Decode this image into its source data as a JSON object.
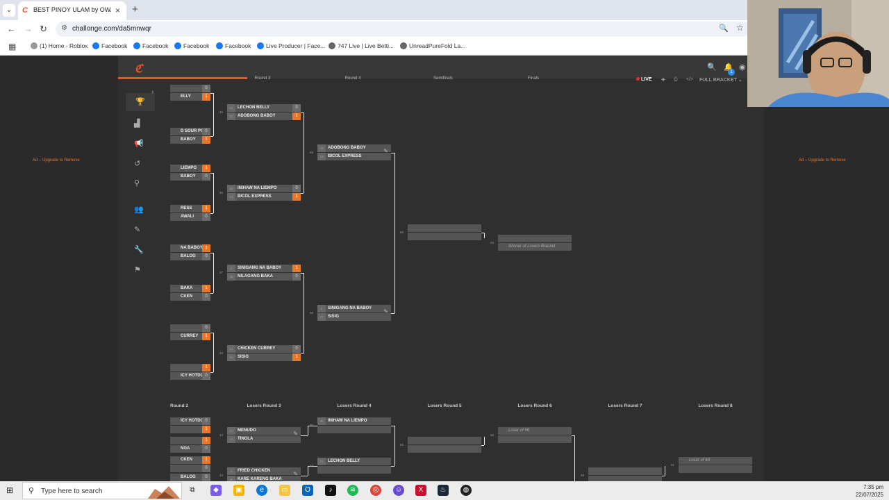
{
  "browser": {
    "tab_title": "BEST PINOY ULAM by OWA - C",
    "tab_close": "×",
    "new_tab": "+",
    "url": "challonge.com/da5mnwqr",
    "bookmarks": [
      "(1) Home - Roblox",
      "Facebook",
      "Facebook",
      "Facebook",
      "Facebook",
      "Live Producer | Face...",
      "747 Live | Live Betti...",
      "UnreadPureFold La..."
    ]
  },
  "page": {
    "ad_text": "Ad – Upgrade to Remove",
    "live_label": "LIVE",
    "view_label": "FULL BRACKET",
    "notif_count": "1",
    "winners_rounds": [
      "Round 3",
      "Round 4",
      "Semifinals",
      "Finals"
    ],
    "losers_rounds": [
      "Round 2",
      "Losers Round 3",
      "Losers Round 4",
      "Losers Round 5",
      "Losers Round 6",
      "Losers Round 7",
      "Losers Round 8"
    ]
  },
  "partial_matches": [
    {
      "n1": "",
      "s1": "0",
      "w1": false,
      "n2": "ELLY",
      "s2": "1",
      "w2": true
    },
    {
      "n1": "D SOUR PORI",
      "s1": "0",
      "w1": false,
      "n2": "BABOY",
      "s2": "1",
      "w2": true
    },
    {
      "n1": "LIEMPO",
      "s1": "1",
      "w1": true,
      "n2": "BABOY",
      "s2": "0",
      "w2": false
    },
    {
      "n1": "RESS",
      "s1": "1",
      "w1": true,
      "n2": "AWALI",
      "s2": "0",
      "w2": false
    },
    {
      "n1": "NA BABOY",
      "s1": "1",
      "w1": true,
      "n2": "BALOG",
      "s2": "0",
      "w2": false
    },
    {
      "n1": "BAKA",
      "s1": "1",
      "w1": true,
      "n2": "CKEN",
      "s2": "0",
      "w2": false
    },
    {
      "n1": "",
      "s1": "0",
      "w1": false,
      "n2": "CURREY",
      "s2": "1",
      "w2": true
    },
    {
      "n1": "",
      "s1": "1",
      "w1": true,
      "n2": "ICY HOTDOG",
      "s2": "0",
      "w2": false
    }
  ],
  "round3": [
    {
      "id": "45",
      "seed1": "16",
      "n1": "LECHON BELLY",
      "s1": "0",
      "seed2": "34",
      "n2": "ADOBONG BABOY",
      "s2": "1"
    },
    {
      "id": "46",
      "seed1": "39",
      "n1": "INIHAW NA LIEMPO",
      "s1": "0",
      "seed2": "13",
      "n2": "BICOL EXPRESS",
      "s2": "1"
    },
    {
      "id": "47",
      "seed1": "2",
      "n1": "SINIGANG NA BABOY",
      "s1": "1",
      "seed2": "36",
      "n2": "NILAGANG BAKA",
      "s2": "0"
    },
    {
      "id": "48",
      "seed1": "14",
      "n1": "CHICKEN CURREY",
      "s1": "0",
      "seed2": "21",
      "n2": "SISIG",
      "s2": "1"
    }
  ],
  "round4": [
    {
      "id": "55",
      "seed1": "34",
      "n1": "ADOBONG BABOY",
      "seed2": "13",
      "n2": "BICOL EXPRESS"
    },
    {
      "id": "56",
      "seed1": "2",
      "n1": "SINIGANG NA BABOY",
      "seed2": "21",
      "n2": "SISIG"
    }
  ],
  "semis": {
    "id": "60"
  },
  "finals": {
    "id": "63",
    "n2": "Winner of Losers Bracket"
  },
  "losers_partial": [
    "ICY HOTDOG",
    "",
    "",
    "NGA",
    "CKEN",
    "",
    "BALOG"
  ],
  "losers_r3": [
    {
      "id": "44",
      "seed1": "22",
      "n1": "MENUDO",
      "seed2": "10",
      "n2": "TINOLA"
    },
    {
      "id": "43",
      "seed1": "4",
      "n1": "FRIED CHICKEN",
      "seed2": "8",
      "n2": "KARE KARENG BAKA"
    }
  ],
  "losers_r4": [
    {
      "id": "50",
      "seed1": "39",
      "n1": "INIHAW NA LIEMPO"
    },
    {
      "id": "49",
      "seed1": "16",
      "n1": "LECHON BELLY"
    }
  ],
  "losers_r5": {
    "id": "53"
  },
  "losers_r6": {
    "id": "58",
    "n1": "Loser of 56"
  },
  "losers_r7": {
    "id": "59"
  },
  "losers_r8": {
    "id": "61",
    "n1": "Loser of 60"
  },
  "taskbar": {
    "search_placeholder": "Type here to search",
    "time": "7:35 pm",
    "date": "22/07/2025"
  }
}
